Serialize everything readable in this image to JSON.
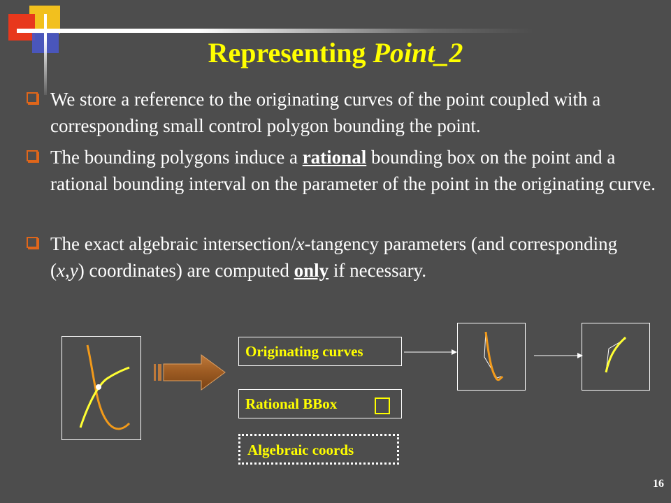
{
  "slide": {
    "title_main": "Representing ",
    "title_emph": "Point_2",
    "page_number": "16"
  },
  "bullets": [
    {
      "text_a": "We store a reference to the originating curves of the point coupled with a corresponding small control polygon bounding the point."
    },
    {
      "text_a": "The bounding polygons induce a ",
      "emph": "rational",
      "text_b": " bounding box on the point and a rational bounding interval on the parameter of the point in the originating curve."
    },
    {
      "text_a": "The exact algebraic intersection/",
      "ital_x": "x",
      "text_b": "-tangency parameters (and corresponding (",
      "ital_xy": "x,y",
      "text_c": ") coordinates) are computed ",
      "emph": "only",
      "text_d": " if necessary."
    }
  ],
  "diagram": {
    "label_originating": "Originating curves",
    "label_rational": "Rational BBox",
    "label_algebraic": "Algebraic coords"
  },
  "colors": {
    "background": "#4d4d4d",
    "title": "#ffff00",
    "bullet_marker": "#e0661a",
    "curve_orange": "#f29a1a",
    "curve_yellow": "#ffff33"
  }
}
